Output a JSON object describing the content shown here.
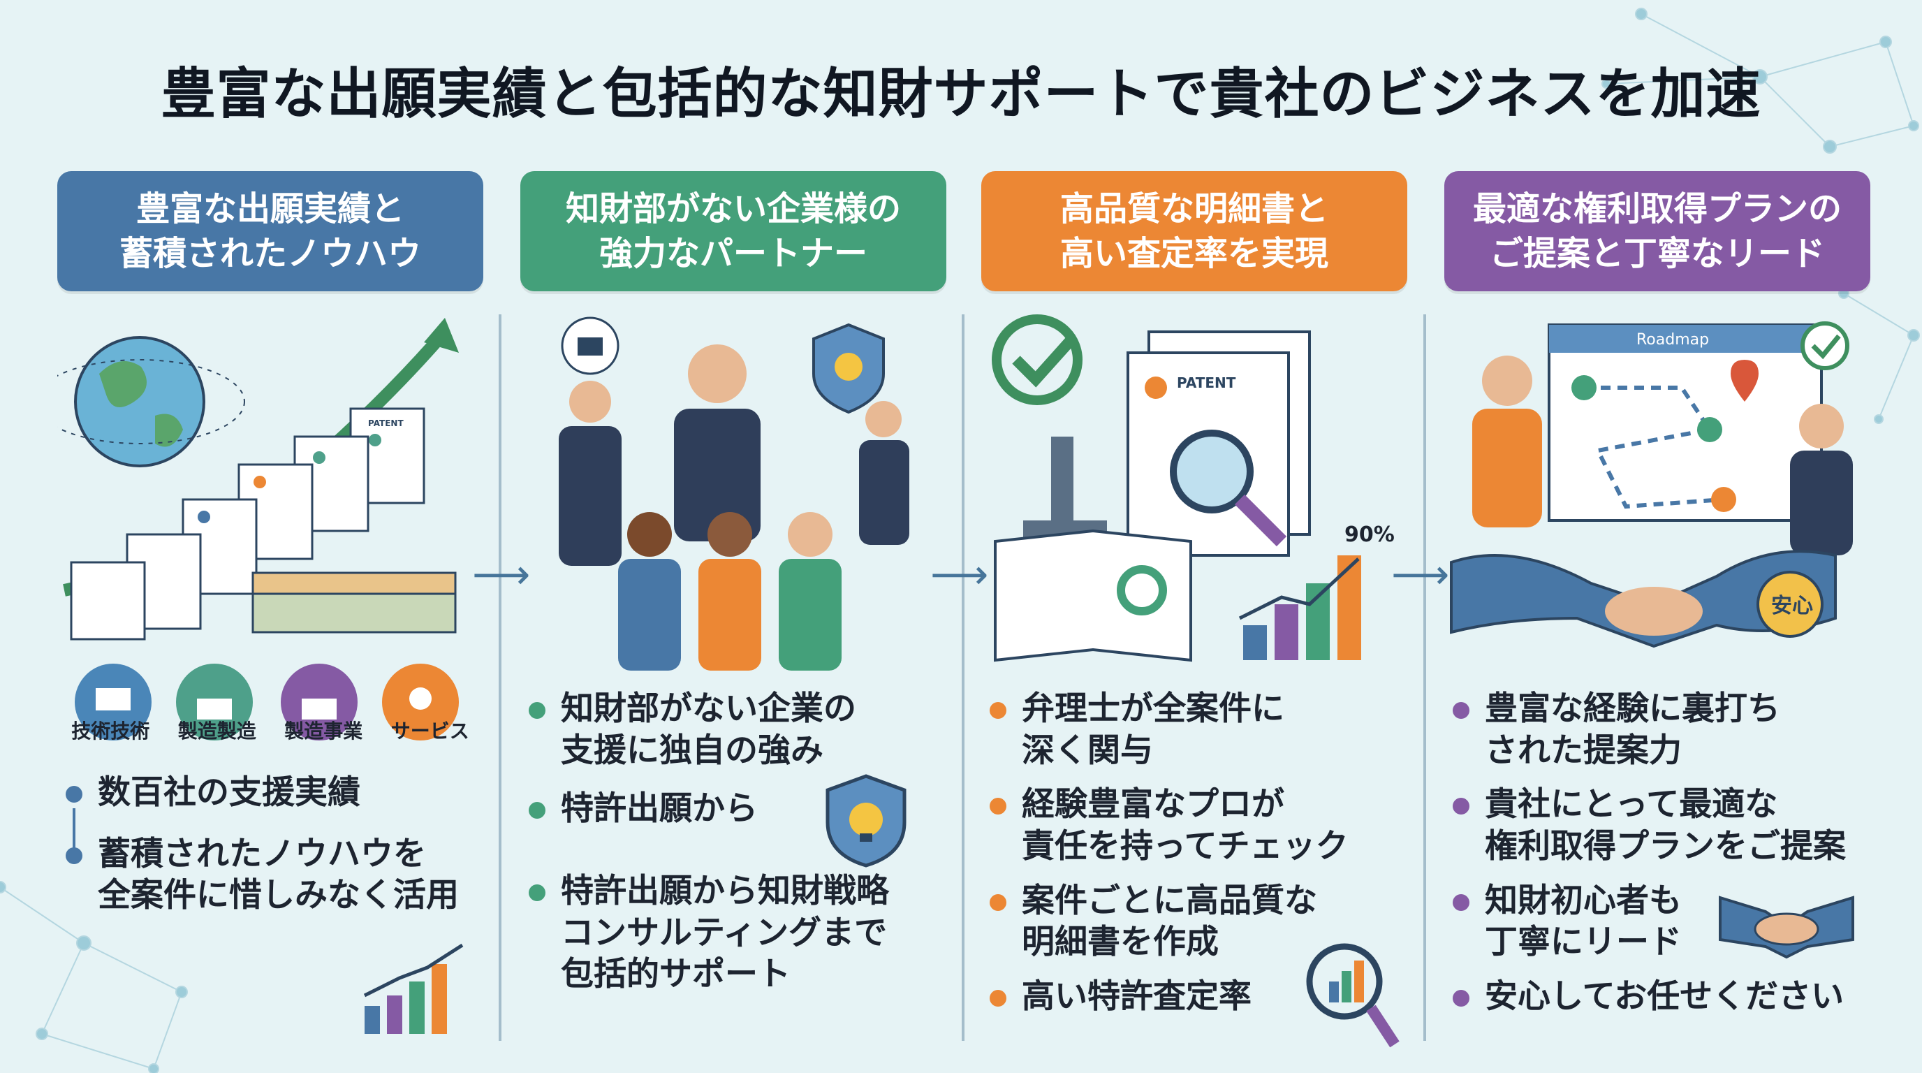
{
  "title": "豊富な出願実績と包括的な知財サポートで貴社のビジネスを加速",
  "colors": {
    "blue": "#4877a6",
    "green": "#44a07a",
    "orange": "#ec8734",
    "purple": "#855aa4"
  },
  "columns": [
    {
      "header": [
        "豊富な出願実績と",
        "蓄積されたノウハウ"
      ],
      "industry_labels": [
        "技術技術",
        "製造製造",
        "製造事業",
        "サービス"
      ],
      "illus_text": {
        "patent": "PATENT"
      },
      "bullets": [
        [
          "数百社の支援実績"
        ],
        [
          "蓄積されたノウハウを",
          "全案件に惜しみなく活用"
        ]
      ]
    },
    {
      "header": [
        "知財部がない企業様の",
        "強力なパートナー"
      ],
      "bullets": [
        [
          "知財部がない企業の",
          "支援に独自の強み"
        ],
        [
          "特許出願から"
        ],
        [
          "特許出願から知財戦略",
          "コンサルティングまで",
          "包括的サポート"
        ]
      ]
    },
    {
      "header": [
        "高品質な明細書と",
        "高い査定率を実現"
      ],
      "illus_text": {
        "patent": "PATENT",
        "percent": "90%"
      },
      "bullets": [
        [
          "弁理士が全案件に",
          "深く関与"
        ],
        [
          "経験豊富なプロが",
          "責任を持ってチェック"
        ],
        [
          "案件ごとに高品質な",
          "明細書を作成"
        ],
        [
          "高い特許査定率"
        ]
      ]
    },
    {
      "header": [
        "最適な権利取得プランの",
        "ご提案と丁寧なリード"
      ],
      "illus_text": {
        "roadmap": "Roadmap",
        "badge": "安心"
      },
      "bullets": [
        [
          "豊富な経験に裏打ち",
          "された提案力"
        ],
        [
          "貴社にとって最適な",
          "権利取得プランをご提案"
        ],
        [
          "知財初心者も",
          "丁寧にリード"
        ],
        [
          "安心してお任せください"
        ]
      ]
    }
  ],
  "icons": [
    "globe-icon",
    "growth-arrow-icon",
    "patent-document-icon",
    "laptop-gear-icon",
    "factory-gear-icon",
    "factory-icon",
    "hand-gear-icon",
    "camera-icon",
    "shield-lightbulb-icon",
    "checkmark-icon",
    "microscope-icon",
    "magnifier-icon",
    "bar-chart-icon",
    "handshake-icon",
    "location-pin-icon"
  ]
}
